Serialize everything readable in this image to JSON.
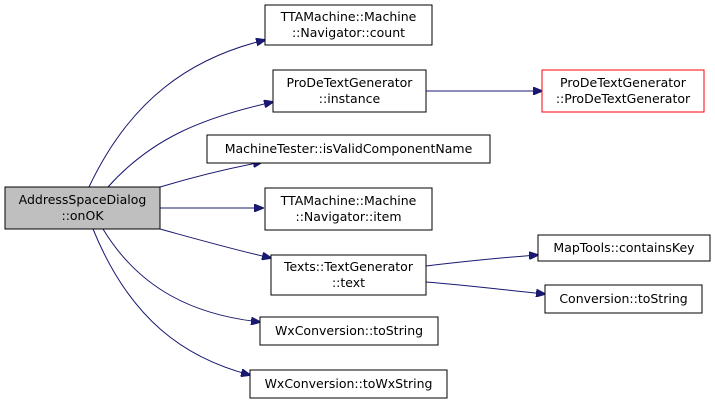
{
  "colors": {
    "edge": "#191970",
    "node_border": "#000000",
    "root_fill": "#bfbfbf",
    "node_fill": "#ffffff",
    "missing_border": "#ff0000"
  },
  "nodes": [
    {
      "id": "root",
      "lines": [
        "AddressSpaceDialog",
        "::onOK"
      ],
      "style": "root"
    },
    {
      "id": "navcount",
      "lines": [
        "TTAMachine::Machine",
        "::Navigator::count"
      ],
      "style": "normal"
    },
    {
      "id": "pdinstance",
      "lines": [
        "ProDeTextGenerator",
        "::instance"
      ],
      "style": "normal"
    },
    {
      "id": "pdctor",
      "lines": [
        "ProDeTextGenerator",
        "::ProDeTextGenerator"
      ],
      "style": "missing"
    },
    {
      "id": "validname",
      "lines": [
        "MachineTester::isValidComponentName"
      ],
      "style": "normal"
    },
    {
      "id": "navitem",
      "lines": [
        "TTAMachine::Machine",
        "::Navigator::item"
      ],
      "style": "normal"
    },
    {
      "id": "textsgen",
      "lines": [
        "Texts::TextGenerator",
        "::text"
      ],
      "style": "normal"
    },
    {
      "id": "containskey",
      "lines": [
        "MapTools::containsKey"
      ],
      "style": "normal"
    },
    {
      "id": "convtostring",
      "lines": [
        "Conversion::toString"
      ],
      "style": "normal"
    },
    {
      "id": "wxtostring",
      "lines": [
        "WxConversion::toString"
      ],
      "style": "normal"
    },
    {
      "id": "wxtowx",
      "lines": [
        "WxConversion::toWxString"
      ],
      "style": "normal"
    }
  ],
  "edges": [
    {
      "from": "root",
      "to": "navcount"
    },
    {
      "from": "root",
      "to": "pdinstance"
    },
    {
      "from": "root",
      "to": "validname"
    },
    {
      "from": "root",
      "to": "navitem"
    },
    {
      "from": "root",
      "to": "textsgen"
    },
    {
      "from": "root",
      "to": "wxtostring"
    },
    {
      "from": "root",
      "to": "wxtowx"
    },
    {
      "from": "pdinstance",
      "to": "pdctor"
    },
    {
      "from": "textsgen",
      "to": "containskey"
    },
    {
      "from": "textsgen",
      "to": "convtostring"
    }
  ]
}
